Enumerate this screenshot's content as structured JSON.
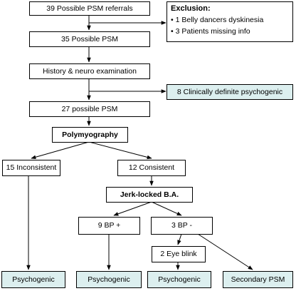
{
  "nodes": {
    "referrals": "39 Possible PSM referrals",
    "possible35": "35 Possible PSM",
    "history": "History & neuro examination",
    "possible27": "27 possible PSM",
    "polymyography": "Polymyography",
    "inconsistent": "15 Inconsistent",
    "consistent": "12 Consistent",
    "jerk_locked": "Jerk-locked B.A.",
    "bp_plus": "9 BP +",
    "bp_minus": "3 BP -",
    "eye_blink": "2 Eye blink",
    "psychogenic_1": "Psychogenic",
    "psychogenic_2": "Psychogenic",
    "psychogenic_3": "Psychogenic",
    "secondary_psm": "Secondary PSM",
    "clinically_definite": "8 Clinically definite psychogenic"
  },
  "exclusion": {
    "title": "Exclusion:",
    "items": [
      "1 Belly dancers dyskinesia",
      "3 Patients missing info"
    ]
  },
  "colors": {
    "outcome_fill": "#dcefef",
    "border": "#000000",
    "background": "#ffffff"
  }
}
